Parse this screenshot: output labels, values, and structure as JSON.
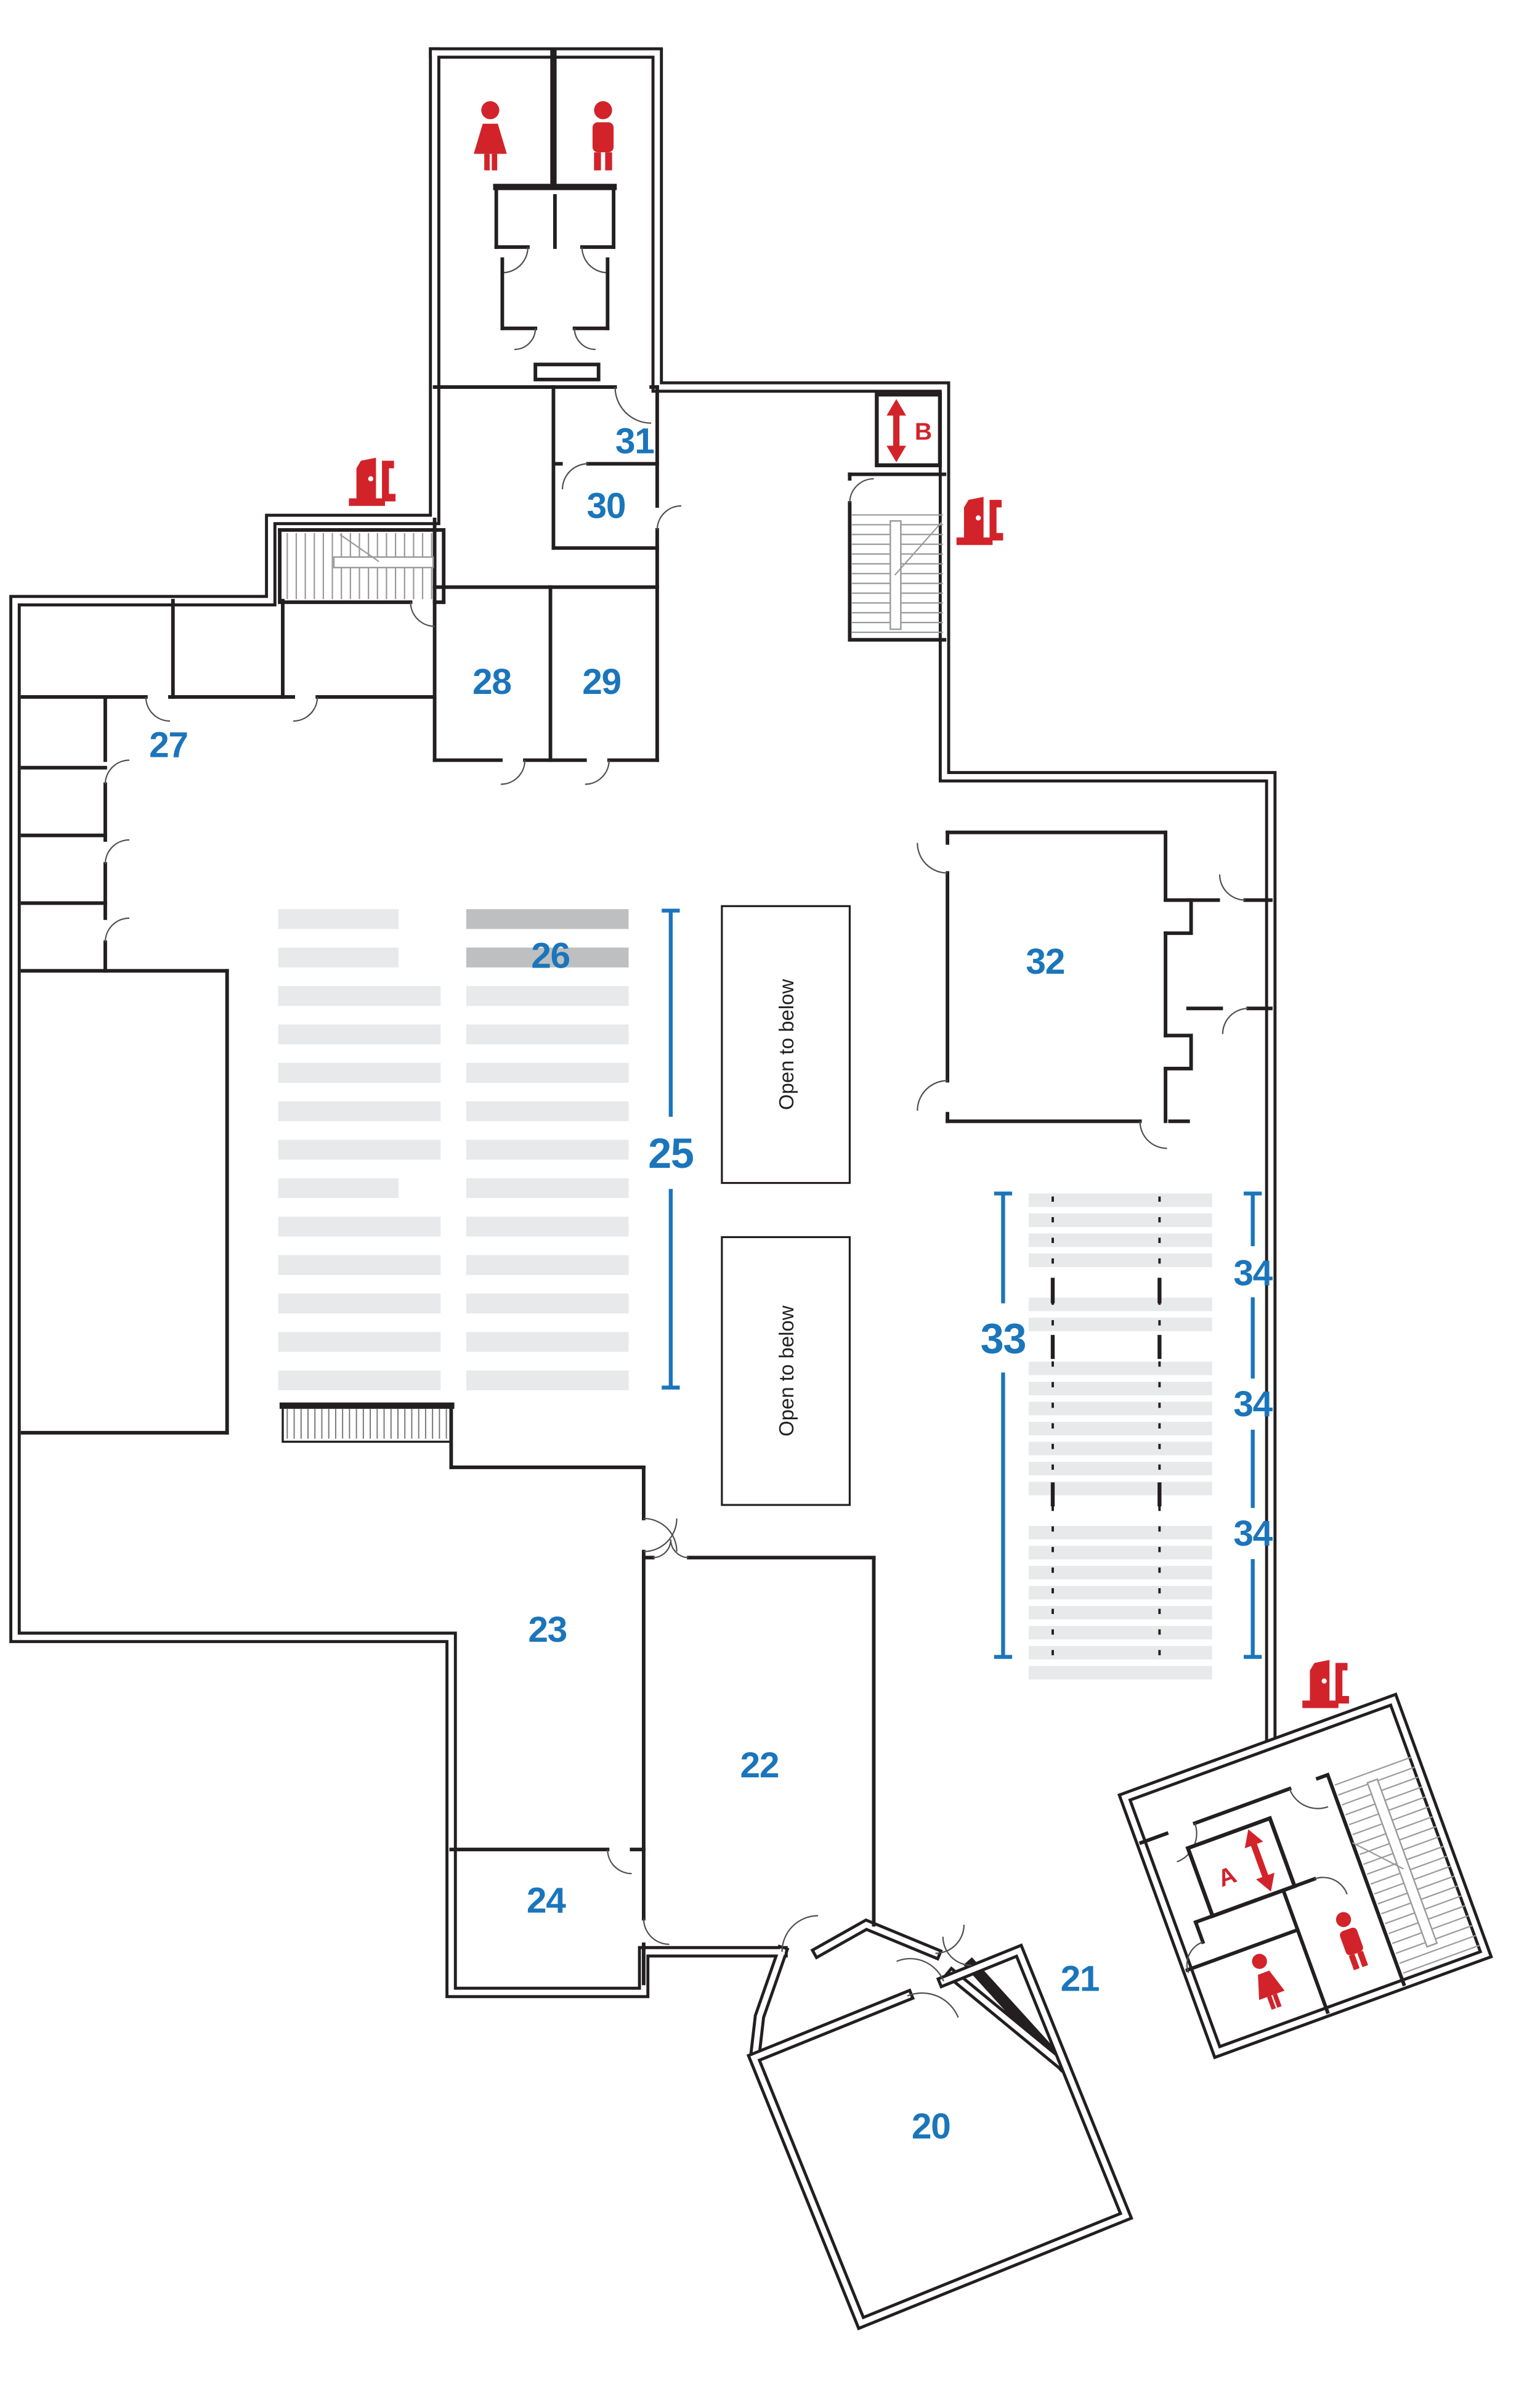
{
  "palette": {
    "accent_blue": "#1b75bb",
    "icon_red": "#d2232a",
    "shelf_light": "#e8e9ea",
    "shelf_dark": "#bdbfc1",
    "wall_black": "#231f20"
  },
  "labels": {
    "r20": "20",
    "r21": "21",
    "r22": "22",
    "r23": "23",
    "r24": "24",
    "r25": "25",
    "r26": "26",
    "r27": "27",
    "r28": "28",
    "r29": "29",
    "r30": "30",
    "r31": "31",
    "r32": "32",
    "r33": "33",
    "r34": "34",
    "elevator_a": "A",
    "elevator_b": "B",
    "open_to_below": "Open to below"
  },
  "icons": {
    "exit_door": "exit-door-icon",
    "elevator_arrows": "elevator-up-down-arrows-icon",
    "woman": "women-restroom-icon",
    "man": "men-restroom-icon"
  },
  "stacks": {
    "left_rows": 13,
    "left_short_rows": [
      0,
      1,
      7
    ],
    "right_rows": 13,
    "right_dark_rows": [
      0,
      1
    ],
    "area33_strips": 21,
    "area33_groups": [
      4,
      2,
      7,
      8
    ]
  }
}
